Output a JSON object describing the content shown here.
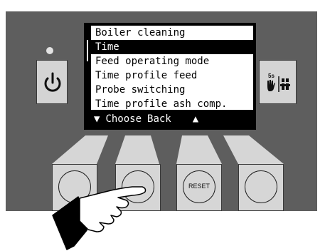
{
  "menu": {
    "items": [
      {
        "label": "Boiler cleaning",
        "selected": false
      },
      {
        "label": "Time",
        "selected": true
      },
      {
        "label": "Feed operating mode",
        "selected": false
      },
      {
        "label": "Time profile feed",
        "selected": false
      },
      {
        "label": "Probe switching",
        "selected": false
      },
      {
        "label": "Time profile ash comp.",
        "selected": false
      }
    ]
  },
  "softkeys": {
    "down": "▼",
    "choose": "Choose",
    "back": "Back",
    "up": "▲"
  },
  "buttons": {
    "reset_label": "RESET",
    "lock_time_label": "5s"
  },
  "colors": {
    "panel": "#5e5e5e",
    "key": "#d6d6d6",
    "screen": "#000000"
  },
  "icons": {
    "power": "power-icon",
    "hand_lock": "hand-lock-icon",
    "pointing_hand": "pointing-hand-icon"
  }
}
